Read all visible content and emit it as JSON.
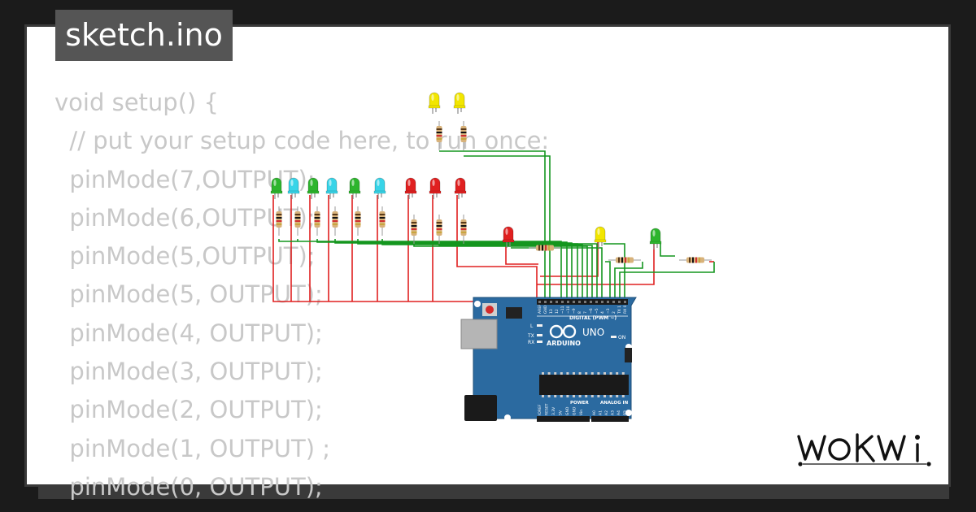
{
  "tab": {
    "filename": "sketch.ino"
  },
  "code_lines": [
    "void setup() {",
    "  // put your setup code here, to run once:",
    "  pinMode(7,OUTPUT);",
    "  pinMode(6,OUTPUT);",
    "  pinMode(5,OUTPUT);",
    "  pinMode(5, OUTPUT);",
    "  pinMode(4, OUTPUT);",
    "  pinMode(3, OUTPUT);",
    "  pinMode(2, OUTPUT);",
    "  pinMode(1, OUTPUT) ;",
    "  pinMode(0, OUTPUT);"
  ],
  "board": {
    "name": "UNO",
    "brand": "ARDUINO",
    "digital_label": "DIGITAL (PWM ~)",
    "power_label": "POWER",
    "analog_label": "ANALOG IN",
    "on_label": "ON",
    "led_labels": [
      "L",
      "TX",
      "RX"
    ],
    "digital_pins": [
      "AREF",
      "GND",
      "13",
      "12",
      "~11",
      "~10",
      "~9",
      "8",
      "7",
      "~6",
      "~5",
      "4",
      "~3",
      "2",
      "TX 1",
      "RX 0"
    ],
    "power_pins": [
      "IOREF",
      "RESET",
      "3.3V",
      "5V",
      "GND",
      "GND",
      "Vin"
    ],
    "analog_pins": [
      "A0",
      "A1",
      "A2",
      "A3",
      "A4",
      "A5"
    ]
  },
  "leds": [
    {
      "color": "yellow"
    },
    {
      "color": "yellow"
    },
    {
      "color": "green"
    },
    {
      "color": "cyan"
    },
    {
      "color": "green"
    },
    {
      "color": "cyan"
    },
    {
      "color": "green"
    },
    {
      "color": "cyan"
    },
    {
      "color": "red"
    },
    {
      "color": "red"
    },
    {
      "color": "red"
    },
    {
      "color": "red"
    },
    {
      "color": "yellow"
    },
    {
      "color": "green"
    }
  ],
  "colors": {
    "yellow": "#f2e600",
    "green": "#2db52d",
    "cyan": "#38d4e8",
    "red": "#e02020",
    "board": "#2b6aa0",
    "wire_red": "#e02020",
    "wire_green": "#14961f"
  },
  "logo": {
    "text": "WOKWi"
  }
}
